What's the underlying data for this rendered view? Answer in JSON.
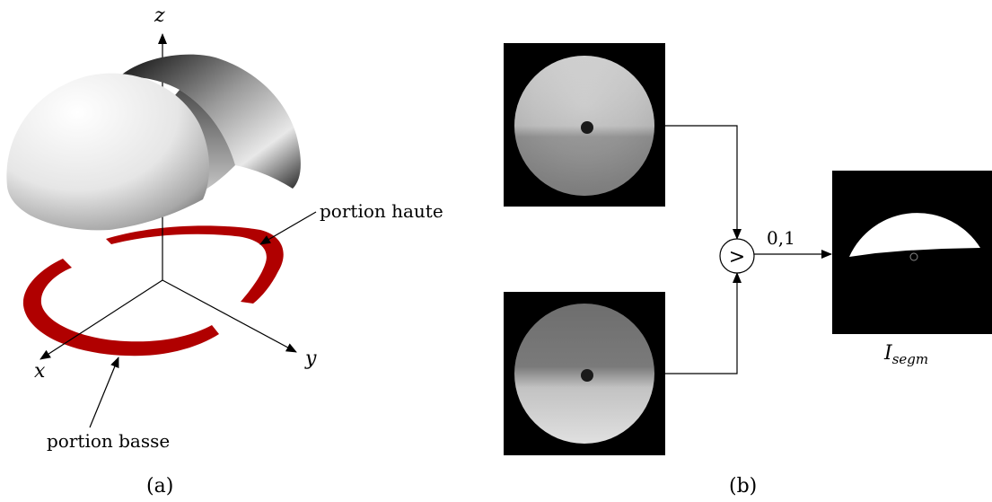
{
  "panel_a": {
    "caption": "(a)",
    "axis_z": "z",
    "axis_x": "x",
    "axis_y": "y",
    "label_top": "portion haute",
    "label_bottom": "portion basse",
    "ring_color": "#b00000"
  },
  "panel_b": {
    "caption": "(b)",
    "comparator_symbol": ">",
    "output_values": "0,1",
    "result_label_main": "I",
    "result_label_sub": "segm"
  }
}
